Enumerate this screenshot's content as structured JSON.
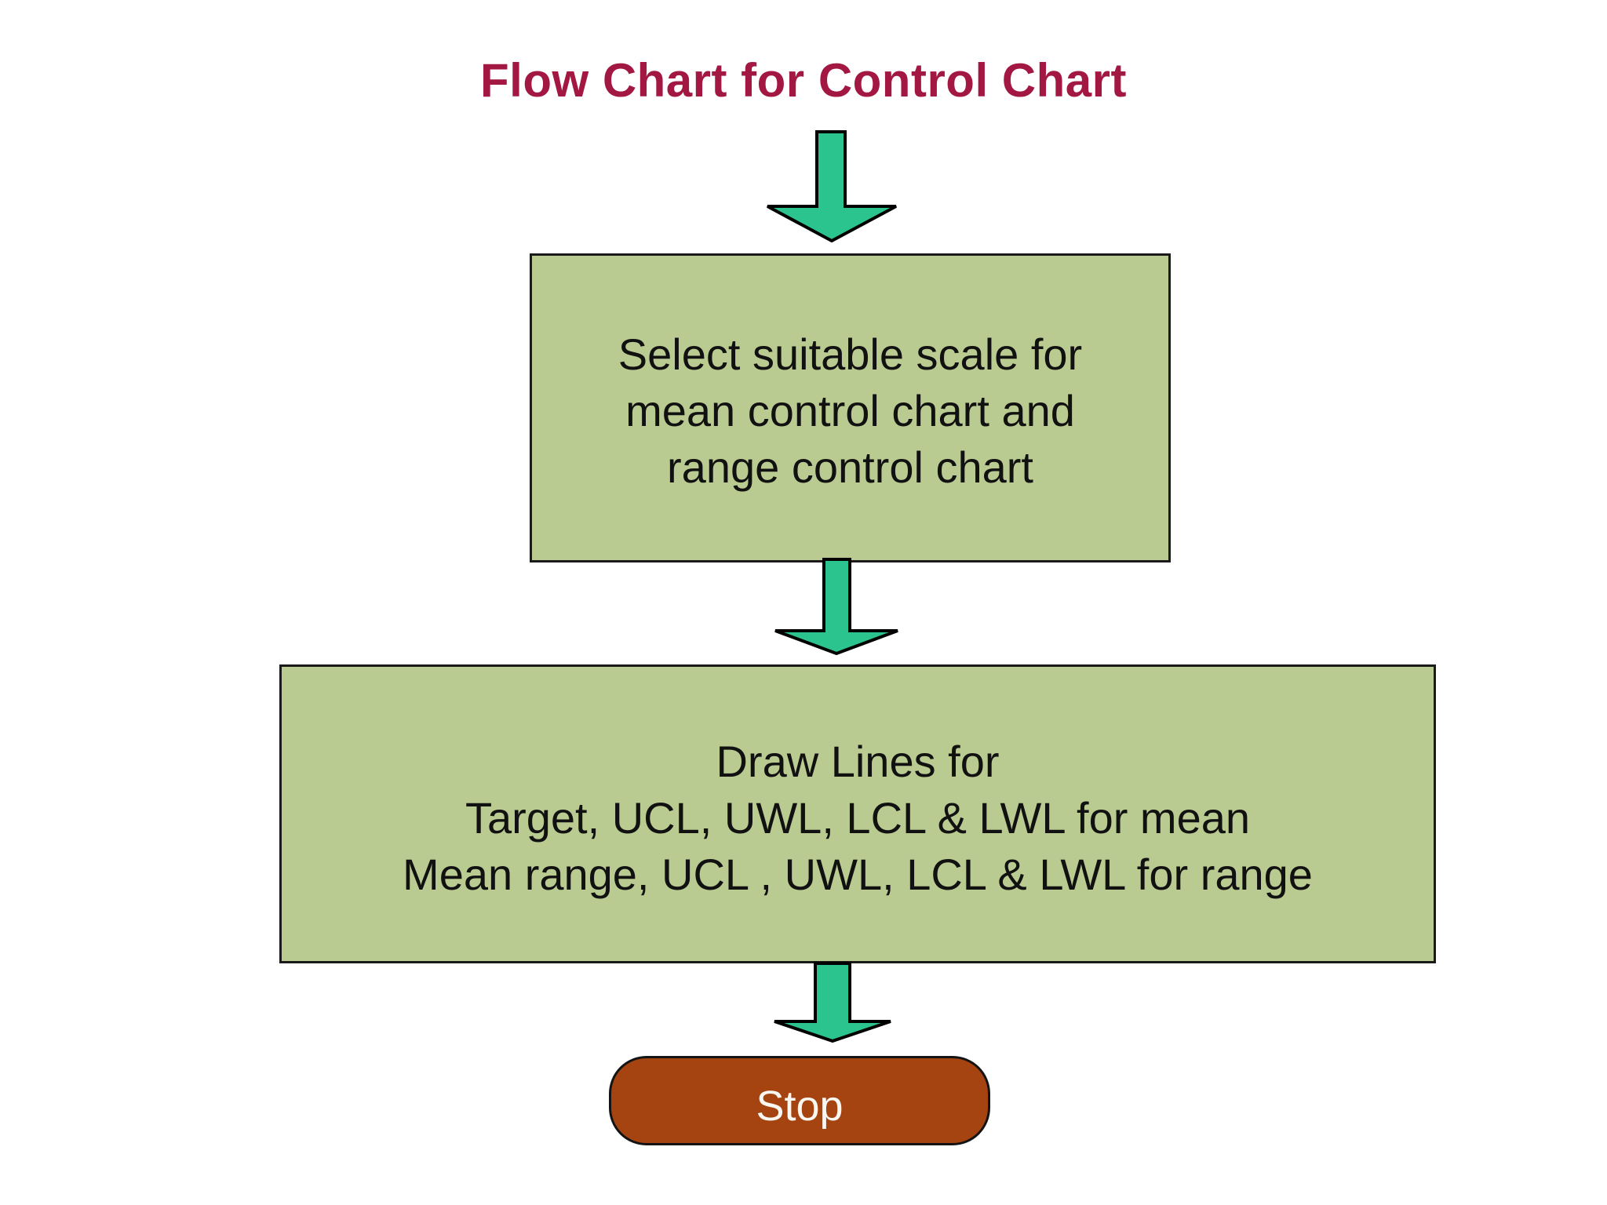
{
  "title": {
    "text": "Flow Chart for Control Chart",
    "color": "#a31743"
  },
  "colors": {
    "background": "#ffffff",
    "title_text": "#a31743",
    "box_fill": "#b9cb90",
    "box_border": "#1a1a1a",
    "box_text": "#111111",
    "arrow_fill": "#2bc48e",
    "arrow_outline": "#000000",
    "stop_fill": "#a54311",
    "stop_border": "#141414",
    "stop_text": "#f9f7f1"
  },
  "icons": {
    "down_arrow_icon": "block-arrow-down (svg polygon)"
  },
  "diagram": {
    "type": "flowchart",
    "direction": "top-to-bottom",
    "nodes": [
      {
        "id": "select-scale",
        "shape": "rectangle",
        "lines": [
          "Select suitable scale for",
          "mean control chart and",
          "range control chart"
        ]
      },
      {
        "id": "draw-lines",
        "shape": "rectangle",
        "lines": [
          "Draw Lines for",
          "Target, UCL, UWL, LCL & LWL for mean",
          "Mean range, UCL , UWL, LCL & LWL for range"
        ]
      },
      {
        "id": "stop",
        "shape": "rounded-rectangle",
        "lines": [
          "Stop"
        ]
      }
    ],
    "edges": [
      {
        "from": "title",
        "to": "select-scale",
        "style": "block-arrow-down"
      },
      {
        "from": "select-scale",
        "to": "draw-lines",
        "style": "block-arrow-down"
      },
      {
        "from": "draw-lines",
        "to": "stop",
        "style": "block-arrow-down"
      }
    ]
  }
}
